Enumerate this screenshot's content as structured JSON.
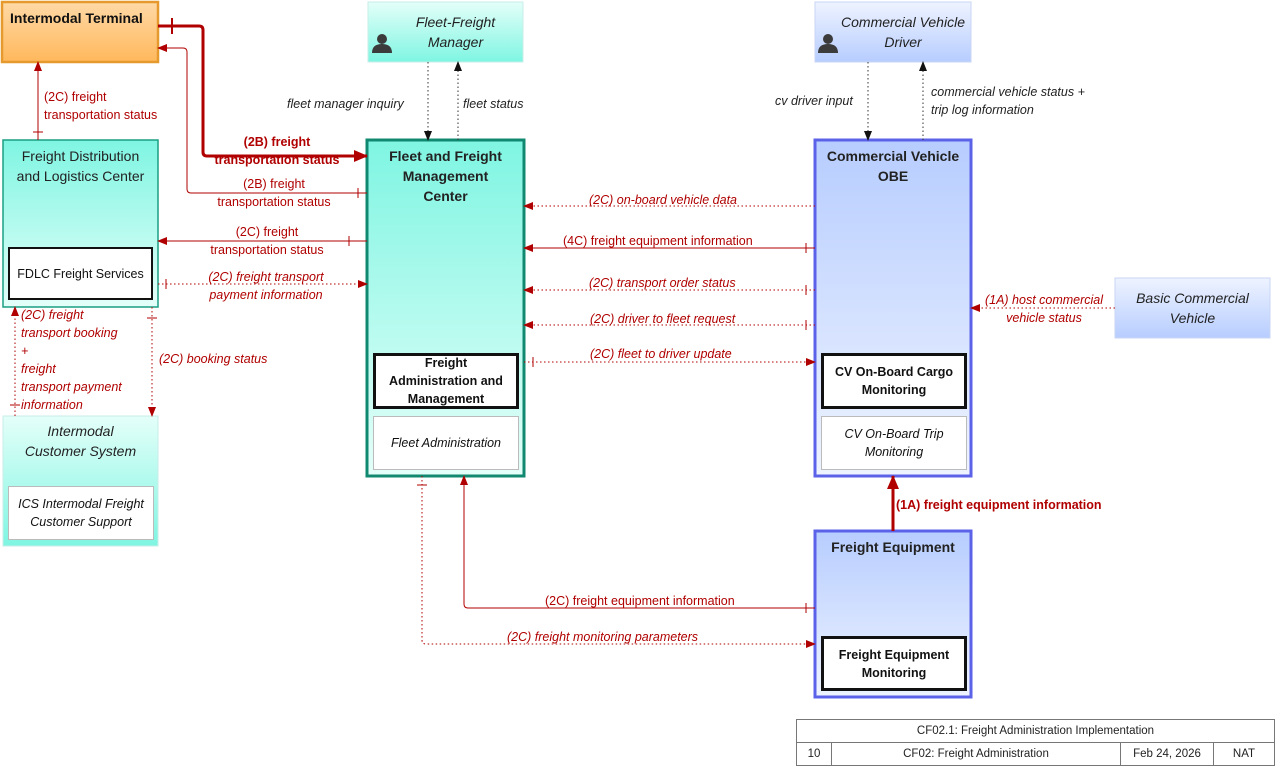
{
  "elements": {
    "intermodal_terminal": {
      "title": "Intermodal Terminal"
    },
    "fleet_freight_manager": {
      "title_lines": [
        "Fleet-Freight",
        "Manager"
      ]
    },
    "commercial_vehicle_driver": {
      "title_lines": [
        "Commercial Vehicle",
        "Driver"
      ]
    },
    "fdlc": {
      "title_lines": [
        "Freight Distribution",
        "and Logistics Center"
      ],
      "sub": "FDLC Freight Services"
    },
    "ffmc": {
      "title_lines": [
        "Fleet and Freight",
        "Management",
        "Center"
      ],
      "sub_bold_lines": [
        "Freight",
        "Administration and",
        "Management"
      ],
      "sub_italic": "Fleet Administration"
    },
    "cv_obe": {
      "title_lines": [
        "Commercial Vehicle",
        "OBE"
      ],
      "sub_bold_lines": [
        "CV On-Board Cargo",
        "Monitoring"
      ],
      "sub_italic_lines": [
        "CV On-Board Trip",
        "Monitoring"
      ]
    },
    "basic_cv": {
      "title_lines": [
        "Basic Commercial",
        "Vehicle"
      ]
    },
    "ics": {
      "title_lines": [
        "Intermodal",
        "Customer System"
      ],
      "sub_lines": [
        "ICS Intermodal Freight",
        "Customer Support"
      ]
    },
    "freight_equipment": {
      "title": "Freight Equipment",
      "sub_lines": [
        "Freight Equipment",
        "Monitoring"
      ]
    }
  },
  "flows": {
    "f1": [
      "(2C) freight",
      "transportation status"
    ],
    "f2": [
      "(2B) freight",
      "transportation status"
    ],
    "f3": [
      "(2B) freight",
      "transportation status"
    ],
    "f4": [
      "(2C) freight",
      "transportation status"
    ],
    "f5": [
      "(2C) freight transport",
      "payment information"
    ],
    "f6": [
      "(2C) freight",
      "transport booking",
      "+",
      "freight",
      "transport payment",
      "information"
    ],
    "f7": "(2C) booking status",
    "f8": "fleet manager inquiry",
    "f9": "fleet status",
    "f10": "cv driver input",
    "f11": [
      "commercial vehicle status +",
      "trip log information"
    ],
    "f12": "(2C) on-board vehicle data",
    "f13": "(4C) freight equipment information",
    "f14": "(2C) transport order status",
    "f15": "(2C) driver to fleet request",
    "f16": "(2C) fleet to driver update",
    "f17": [
      "(1A) host commercial",
      "vehicle status"
    ],
    "f18": "(1A) freight equipment information",
    "f19": "(2C) freight equipment information",
    "f20": "(2C) freight monitoring parameters"
  },
  "title_block": {
    "title": "CF02.1: Freight Administration Implementation",
    "number": "10",
    "name": "CF02: Freight Administration",
    "date": "Feb 24, 2026",
    "code": "NAT"
  },
  "colors": {
    "terminal_fill": "#ffc070",
    "terminal_border": "#e8a030",
    "center_fill": "#8ff7e6",
    "center_border": "#1a8c72",
    "vehicle_fill": "#c6d8ff",
    "vehicle_border": "#5b62e8",
    "flow_red": "#b00000"
  }
}
